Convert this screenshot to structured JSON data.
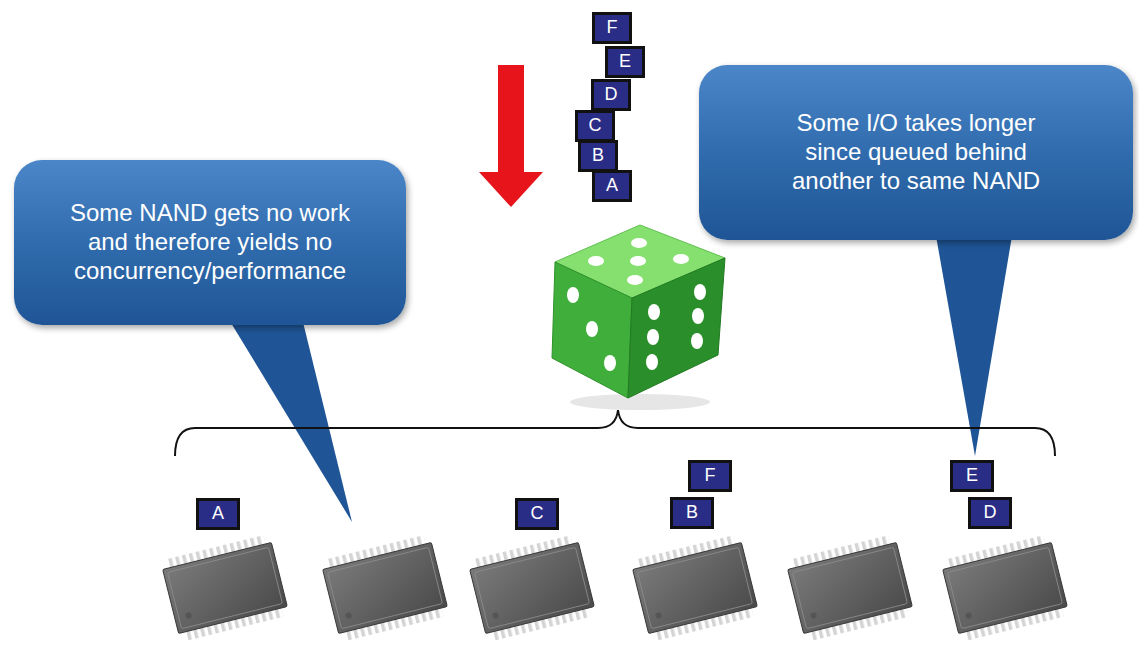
{
  "diagram": {
    "nodes": [
      {
        "text": [
          "F"
        ]
      },
      {
        "text": [
          "E"
        ]
      },
      {
        "text": [
          "D"
        ]
      },
      {
        "text": [
          "C"
        ]
      },
      {
        "text": [
          "B"
        ]
      },
      {
        "text": [
          "A"
        ]
      },
      {
        "text": [
          "Some NAND gets no work and therefore yields no concurrency/performance"
        ]
      },
      {
        "text": [
          "Some I/O takes longer since queued behind another to same NAND"
        ]
      },
      {
        "text": [
          "A"
        ]
      },
      {
        "text": [
          "C"
        ]
      },
      {
        "text": [
          "F"
        ]
      },
      {
        "text": [
          "B"
        ]
      },
      {
        "text": [
          "E"
        ]
      },
      {
        "text": [
          "D"
        ]
      }
    ]
  }
}
